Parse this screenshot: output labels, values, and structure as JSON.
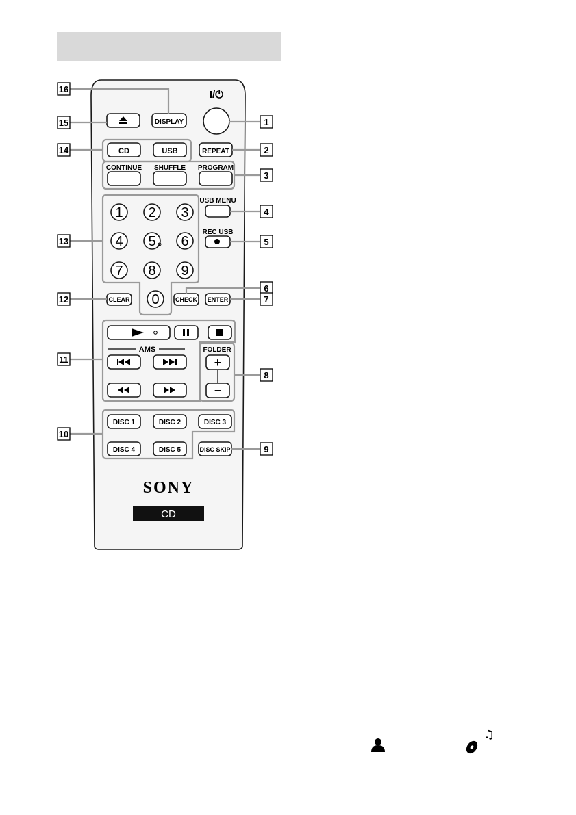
{
  "header": {
    "title": ""
  },
  "colors": {
    "header_band": "#d9d9d9",
    "remote_body": "#f5f5f5",
    "outline": "#1a1a1a",
    "group_line": "#9a9a9a",
    "cd_badge": "#111111",
    "callout_box": "#ffffff"
  },
  "remote": {
    "power_label": "I/⏻",
    "display": "DISPLAY",
    "eject_symbol": "⏏",
    "cd": "CD",
    "usb": "USB",
    "repeat": "REPEAT",
    "continue": "CONTINUE",
    "shuffle": "SHUFFLE",
    "program": "PROGRAM",
    "usb_menu": "USB MENU",
    "rec_usb": "REC USB",
    "keys": [
      "1",
      "2",
      "3",
      "4",
      "5",
      "6",
      "7",
      "8",
      "9",
      "0"
    ],
    "clear": "CLEAR",
    "check": "CHECK",
    "enter": "ENTER",
    "ams": "AMS",
    "folder": "FOLDER",
    "folder_plus": "+",
    "folder_minus": "−",
    "discs": [
      "DISC 1",
      "DISC 2",
      "DISC 3",
      "DISC 4",
      "DISC 5"
    ],
    "disc_skip": "DISC SKIP",
    "brand": "SONY",
    "badge": "CD"
  },
  "callouts": [
    "1",
    "2",
    "3",
    "4",
    "5",
    "6",
    "7",
    "8",
    "9",
    "10",
    "11",
    "12",
    "13",
    "14",
    "15",
    "16"
  ],
  "footer_icons": [
    "person-icon",
    "disc-music-icon"
  ]
}
